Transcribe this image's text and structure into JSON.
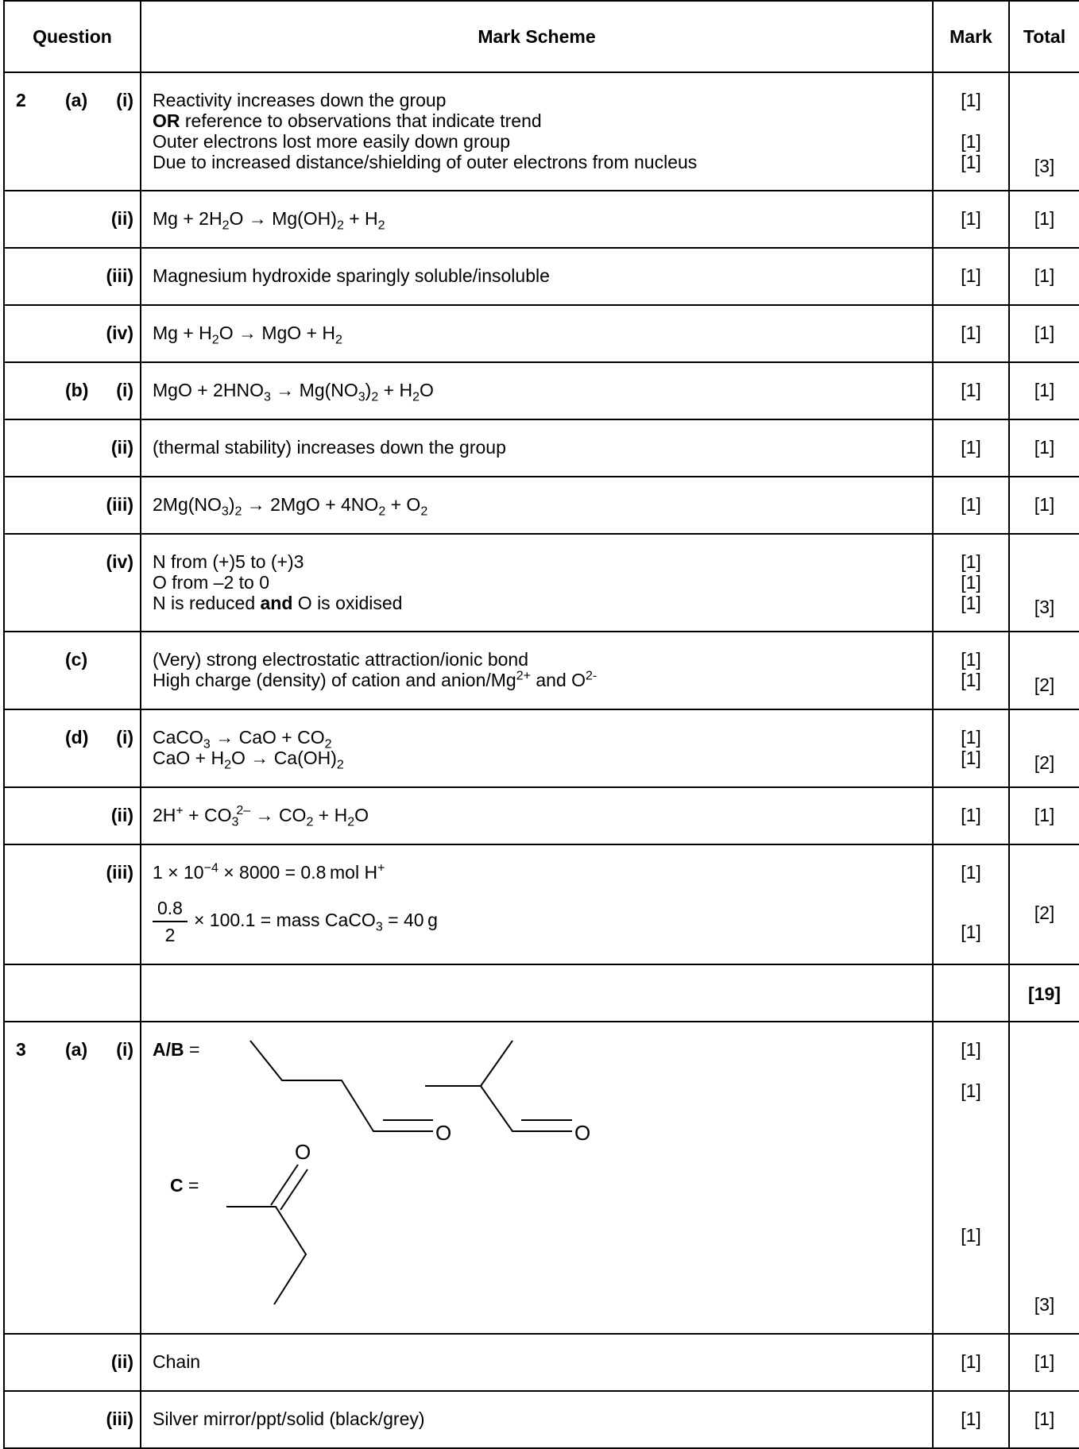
{
  "header": {
    "question": "Question",
    "scheme": "Mark Scheme",
    "mark": "Mark",
    "total": "Total"
  },
  "rows": {
    "r2ai": {
      "num": "2",
      "part": "(a)",
      "sub": "(i)",
      "line1": "Reactivity increases down the group",
      "line2_bold": "OR",
      "line2_rest": " reference to observations that indicate trend",
      "line3": "Outer electrons lost more easily down group",
      "line4": "Due to increased distance/shielding of outer electrons from nucleus",
      "marks": [
        "[1]",
        "[1]",
        "[1]"
      ],
      "total": "[3]"
    },
    "r2aii": {
      "sub": "(ii)",
      "mark": "[1]",
      "total": "[1]"
    },
    "r2aiii": {
      "sub": "(iii)",
      "text": "Magnesium hydroxide sparingly soluble/insoluble",
      "mark": "[1]",
      "total": "[1]"
    },
    "r2aiv": {
      "sub": "(iv)",
      "mark": "[1]",
      "total": "[1]"
    },
    "r2bi": {
      "part": "(b)",
      "sub": "(i)",
      "mark": "[1]",
      "total": "[1]"
    },
    "r2bii": {
      "sub": "(ii)",
      "text": "(thermal stability) increases down the group",
      "mark": "[1]",
      "total": "[1]"
    },
    "r2biii": {
      "sub": "(iii)",
      "mark": "[1]",
      "total": "[1]"
    },
    "r2biv": {
      "sub": "(iv)",
      "line1": "N from (+)5 to (+)3",
      "line2": "O from –2 to 0",
      "line3_a": "N is reduced ",
      "line3_b": "and",
      "line3_c": " O is oxidised",
      "marks": [
        "[1]",
        "[1]",
        "[1]"
      ],
      "total": "[3]"
    },
    "r2c": {
      "part": "(c)",
      "line1": "(Very) strong electrostatic attraction/ionic bond",
      "line2": "High charge (density) of cation and anion/Mg",
      "marks": [
        "[1]",
        "[1]"
      ],
      "total": "[2]"
    },
    "r2di": {
      "part": "(d)",
      "sub": "(i)",
      "marks": [
        "[1]",
        "[1]"
      ],
      "total": "[2]"
    },
    "r2dii": {
      "sub": "(ii)",
      "mark": "[1]",
      "total": "[1]"
    },
    "r2diii": {
      "sub": "(iii)",
      "line1": "1 × 10",
      "line1_exp": "−4",
      "line1_rest": " × 8000 = 0.8 mol H",
      "frac_num": "0.8",
      "frac_den": "2",
      "line2_rest": "× 100.1 = mass CaCO",
      "line2_end": " = 40 g",
      "marks": [
        "[1]",
        "[1]"
      ],
      "total": "[2]"
    },
    "r2total": {
      "total": "[19]"
    },
    "r3ai": {
      "num": "3",
      "part": "(a)",
      "sub": "(i)",
      "ab_label": "A/B",
      "c_label": "C",
      "eq": " =",
      "o_atom": "O",
      "marks": [
        "[1]",
        "[1]",
        "[1]"
      ],
      "total": "[3]"
    },
    "r3aii": {
      "sub": "(ii)",
      "text": "Chain",
      "mark": "[1]",
      "total": "[1]"
    },
    "r3aiii": {
      "sub": "(iii)",
      "text": "Silver mirror/ppt/solid (black/grey)",
      "mark": "[1]",
      "total": "[1]"
    }
  }
}
